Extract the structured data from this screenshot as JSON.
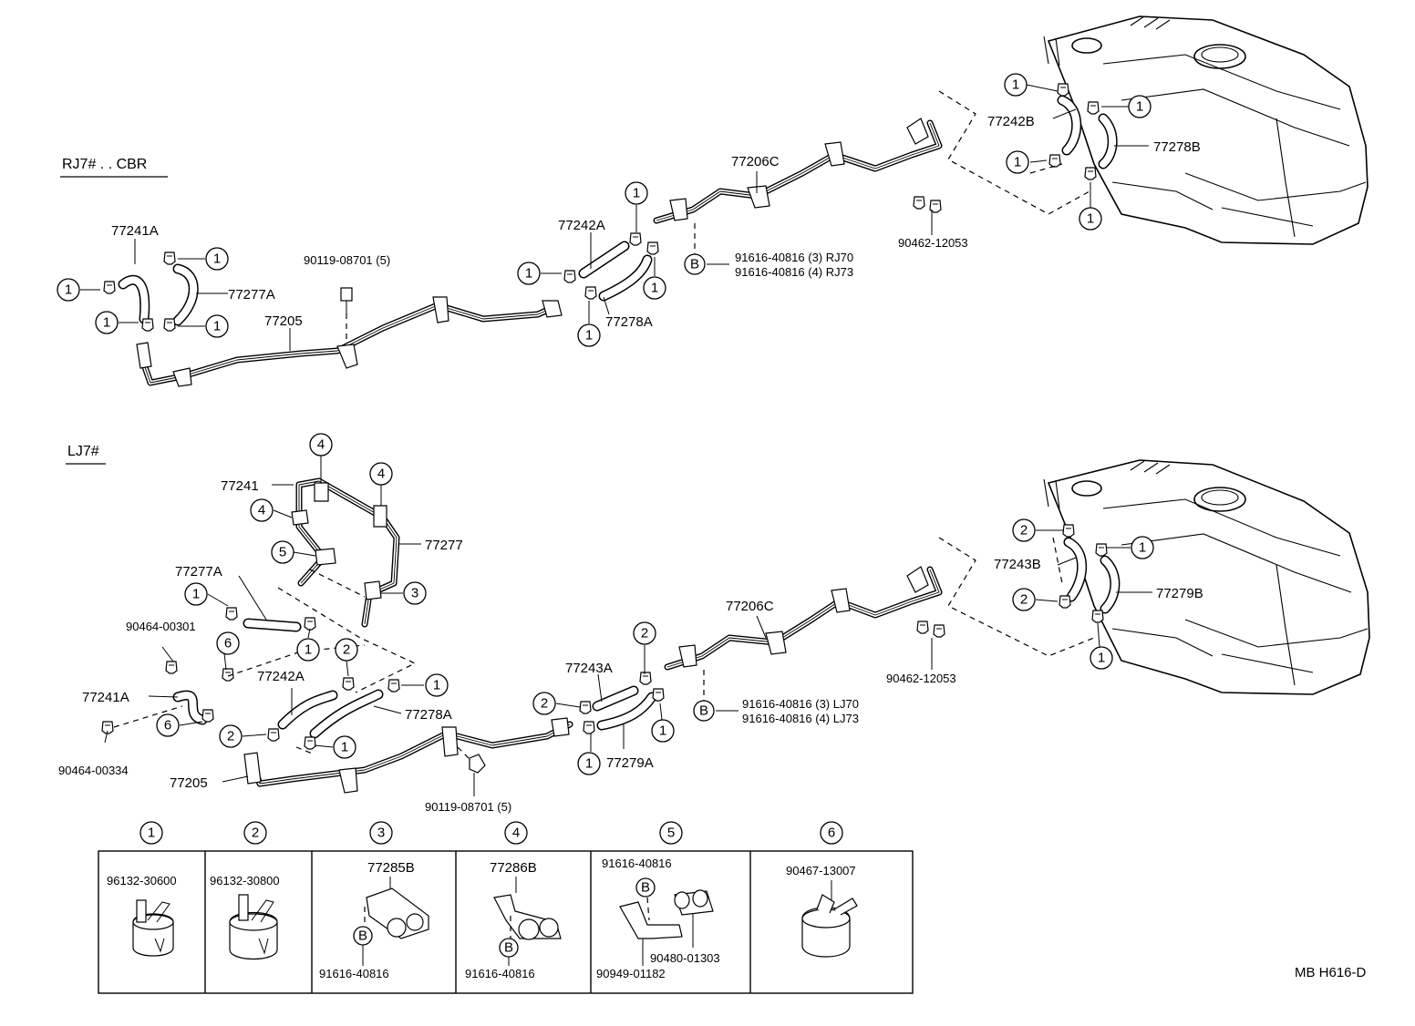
{
  "variants": {
    "top": "RJ7# . . CBR",
    "bottom": "LJ7#"
  },
  "top_labels": {
    "p77241A": "77241A",
    "p77277A": "77277A",
    "p77205": "77205",
    "p90119": "90119-08701 (5)",
    "p77242A": "77242A",
    "p77278A": "77278A",
    "p77206C": "77206C",
    "p91616a": "91616-40816 (3) RJ70",
    "p91616b": "91616-40816 (4) RJ73",
    "p90462": "90462-12053",
    "p77242B": "77242B",
    "p77278B": "77278B"
  },
  "bottom_labels": {
    "p77241": "77241",
    "p77277": "77277",
    "p77277A": "77277A",
    "p90464a": "90464-00301",
    "p77241A": "77241A",
    "p90464b": "90464-00334",
    "p77242A": "77242A",
    "p77278A": "77278A",
    "p77205": "77205",
    "p90119": "90119-08701 (5)",
    "p77243A": "77243A",
    "p77279A": "77279A",
    "p77206C": "77206C",
    "p91616a": "91616-40816 (3) LJ70",
    "p91616b": "91616-40816 (4) LJ73",
    "p90462": "90462-12053",
    "p77243B": "77243B",
    "p77279B": "77279B"
  },
  "callouts": {
    "c1": "1",
    "c2": "2",
    "c3": "3",
    "c4": "4",
    "c5": "5",
    "c6": "6",
    "b": "B"
  },
  "legend": {
    "cell1": {
      "num": "1",
      "part": "96132-30600"
    },
    "cell2": {
      "num": "2",
      "part": "96132-30800"
    },
    "cell3": {
      "num": "3",
      "part_top": "77285B",
      "part_bottom": "91616-40816"
    },
    "cell4": {
      "num": "4",
      "part_top": "77286B",
      "part_bottom": "91616-40816"
    },
    "cell5": {
      "num": "5",
      "part_top": "91616-40816",
      "part_right": "90480-01303",
      "part_bottom": "90949-01182"
    },
    "cell6": {
      "num": "6",
      "part": "90467-13007"
    }
  },
  "drawing_code": "MB   H616-D"
}
